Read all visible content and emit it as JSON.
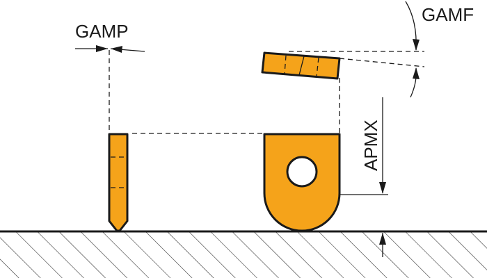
{
  "labels": {
    "gamp": "GAMP",
    "gamf": "GAMF",
    "apmx": "APMX"
  },
  "colors": {
    "insert_fill": "#f5a31a",
    "outline": "#1a1a1a",
    "ground_hatch": "#333333",
    "background": "#ffffff"
  }
}
